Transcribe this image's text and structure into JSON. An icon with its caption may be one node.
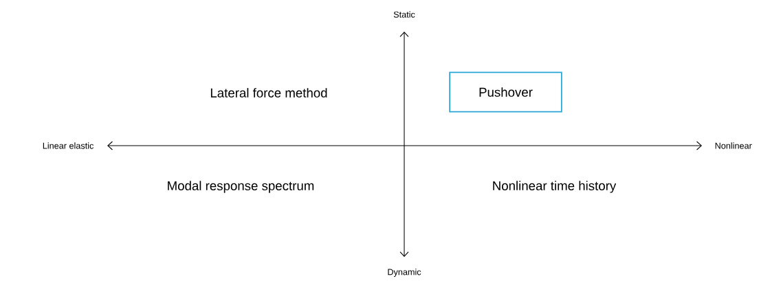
{
  "diagram": {
    "nodes": [
      {
        "text": [
          "Pushover"
        ]
      }
    ],
    "labels": [
      "Static",
      "Lateral force method",
      "Linear elastic",
      "Nonlinear",
      "Modal response spectrum",
      "Nonlinear time history",
      "Dynamic"
    ]
  }
}
